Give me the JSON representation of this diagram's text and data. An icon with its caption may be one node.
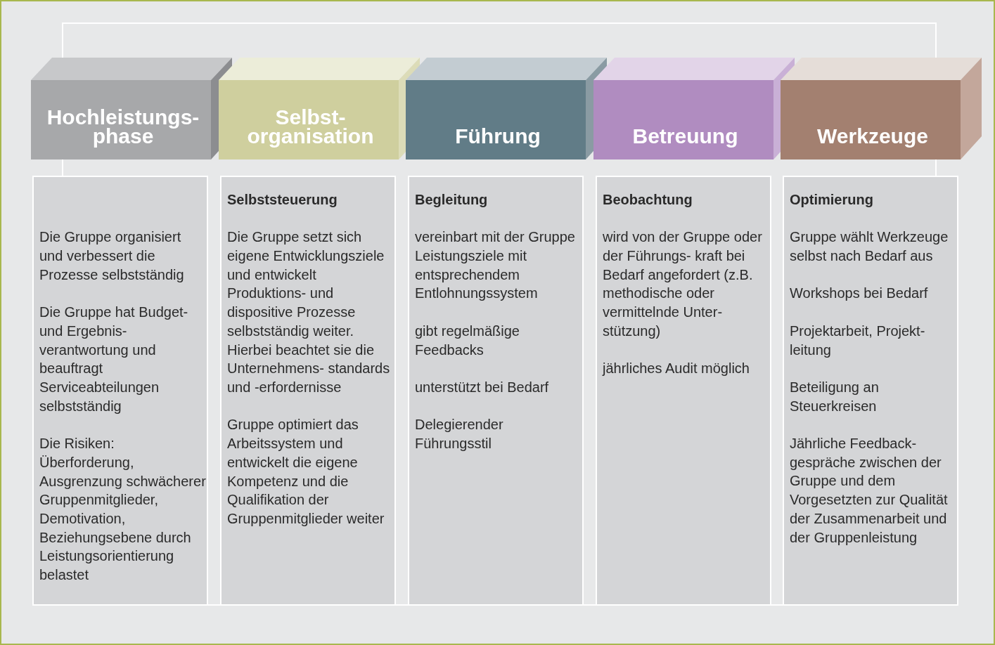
{
  "diagram": {
    "nodes": [
      {
        "text": [
          "Hochleistungs- phase"
        ]
      },
      {
        "text": [
          "Selbst- organisation"
        ]
      },
      {
        "text": [
          "Führung"
        ]
      },
      {
        "text": [
          "Betreuung"
        ]
      },
      {
        "text": [
          "Werkzeuge"
        ]
      },
      {
        "text": [
          "Die Gruppe organisiert und verbessert die Prozesse selbstständig",
          "Die Gruppe hat Budget-und Ergebnis- verantwortung und beauftragt Serviceabteilungen selbstständig",
          "Die Risiken: Überforderung, Ausgrenzung schwächerer Gruppenmitglieder, Demotivation, Beziehungsebene durch Leistungsorientierung belastet"
        ]
      },
      {
        "text": [
          "Selbststeuerung",
          "Die Gruppe setzt sich eigene Entwicklungsziele und entwickelt Produktions- und dispositive Prozesse selbstständig weiter. Hierbei beachtet sie die Unternehmens- standards und -erfordernisse",
          "Gruppe optimiert das Arbeitssystem und entwickelt die eigene Kompetenz und die Qualifikation der Gruppenmitglieder weiter"
        ]
      },
      {
        "text": [
          "Begleitung",
          "vereinbart mit der Gruppe Leistungsziele mit entsprechendem Entlohnungssystem",
          "gibt regelmäßige Feedbacks",
          "unterstützt bei Bedarf",
          "Delegierender Führungsstil"
        ]
      },
      {
        "text": [
          "Beobachtung",
          "wird von der Gruppe oder der Führungs- kraft bei Bedarf angefordert (z.B. methodische oder vermittelnde Unter- stützung)",
          "jährliches Audit möglich"
        ]
      },
      {
        "text": [
          "Optimierung",
          "Gruppe wählt Werkzeuge selbst nach Bedarf aus",
          "Workshops bei Bedarf",
          "Projektarbeit, Projekt- leitung",
          "Beteiligung an Steuerkreisen",
          "Jährliche Feedback- gespräche zwischen der Gruppe und dem Vorgesetzten zur Qualität der Zusammenarbeit und der Gruppenleistung"
        ]
      }
    ]
  }
}
